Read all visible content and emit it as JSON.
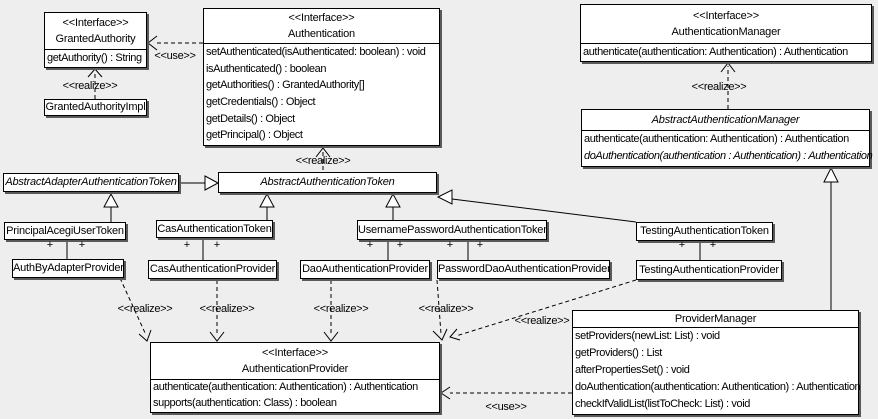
{
  "diagram": {
    "background_color": "#eeeeee",
    "box_fill": "#ffffff",
    "line_color": "#000000",
    "shadow_color": "#5a5a5a"
  },
  "classes": [
    {
      "id": "granted-authority",
      "stereotype": "<<Interface>>",
      "name": "GrantedAuthority",
      "abstract": false,
      "methods": [
        {
          "text": "getAuthority() : String",
          "italic": false
        }
      ]
    },
    {
      "id": "granted-authority-impl",
      "name": "GrantedAuthorityImpl",
      "abstract": false,
      "methods": []
    },
    {
      "id": "authentication",
      "stereotype": "<<Interface>>",
      "name": "Authentication",
      "abstract": false,
      "methods": [
        {
          "text": "setAuthenticated(isAuthenticated: boolean) : void",
          "italic": false
        },
        {
          "text": "isAuthenticated() : boolean",
          "italic": false
        },
        {
          "text": "getAuthorities() : GrantedAuthority[]",
          "italic": false
        },
        {
          "text": "getCredentials() : Object",
          "italic": false
        },
        {
          "text": "getDetails() : Object",
          "italic": false
        },
        {
          "text": "getPrincipal() : Object",
          "italic": false
        }
      ]
    },
    {
      "id": "authentication-manager",
      "stereotype": "<<Interface>>",
      "name": "AuthenticationManager",
      "abstract": false,
      "methods": [
        {
          "text": "authenticate(authentication: Authentication) : Authentication",
          "italic": false
        }
      ]
    },
    {
      "id": "abstract-authentication-manager",
      "name": "AbstractAuthenticationManager",
      "abstract": true,
      "methods": [
        {
          "text": "authenticate(authentication: Authentication) : Authentication",
          "italic": false
        },
        {
          "text": "doAuthentication(authentication : Authentication) : Authentication",
          "italic": true
        }
      ]
    },
    {
      "id": "abstract-adapter-authentication-token",
      "name": "AbstractAdapterAuthenticationToken",
      "abstract": true,
      "methods": []
    },
    {
      "id": "abstract-authentication-token",
      "name": "AbstractAuthenticationToken",
      "abstract": true,
      "methods": []
    },
    {
      "id": "principal-acegi-user-token",
      "name": "PrincipalAcegiUserToken",
      "abstract": false,
      "methods": []
    },
    {
      "id": "cas-authentication-token",
      "name": "CasAuthenticationToken",
      "abstract": false,
      "methods": []
    },
    {
      "id": "username-password-authentication-token",
      "name": "UsernamePasswordAuthenticationToken",
      "abstract": false,
      "methods": []
    },
    {
      "id": "testing-authentication-token",
      "name": "TestingAuthenticationToken",
      "abstract": false,
      "methods": []
    },
    {
      "id": "auth-by-adapter-provider",
      "name": "AuthByAdapterProvider",
      "abstract": false,
      "methods": []
    },
    {
      "id": "cas-authentication-provider",
      "name": "CasAuthenticationProvider",
      "abstract": false,
      "methods": []
    },
    {
      "id": "dao-authentication-provider",
      "name": "DaoAuthenticationProvider",
      "abstract": false,
      "methods": []
    },
    {
      "id": "password-dao-authentication-provider",
      "name": "PasswordDaoAuthenticationProvider",
      "abstract": false,
      "methods": []
    },
    {
      "id": "testing-authentication-provider",
      "name": "TestingAuthenticationProvider",
      "abstract": false,
      "methods": []
    },
    {
      "id": "authentication-provider",
      "stereotype": "<<Interface>>",
      "name": "AuthenticationProvider",
      "abstract": false,
      "methods": [
        {
          "text": "authenticate(authentication: Authentication) : Authentication",
          "italic": false
        },
        {
          "text": "supports(authentication: Class) : boolean",
          "italic": false
        }
      ]
    },
    {
      "id": "provider-manager",
      "name": "ProviderManager",
      "abstract": false,
      "methods": [
        {
          "text": "setProviders(newList: List) : void",
          "italic": false
        },
        {
          "text": "getProviders() : List",
          "italic": false
        },
        {
          "text": "afterPropertiesSet() : void",
          "italic": false
        },
        {
          "text": "doAuthentication(authentication: Authentication) : Authentication",
          "italic": false
        },
        {
          "text": "checkIfValidList(listToCheck: List) : void",
          "italic": false
        }
      ]
    }
  ],
  "edge_labels": [
    {
      "id": "realize-granted-authority",
      "text": "<<realize>>"
    },
    {
      "id": "use-granted-authority",
      "text": "<<use>>"
    },
    {
      "id": "realize-abstract-token",
      "text": "<<realize>>"
    },
    {
      "id": "realize-abstract-manager",
      "text": "<<realize>>"
    },
    {
      "id": "realize-auth-by-adapter",
      "text": "<<realize>>"
    },
    {
      "id": "realize-cas-provider",
      "text": "<<realize>>"
    },
    {
      "id": "realize-dao-provider",
      "text": "<<realize>>"
    },
    {
      "id": "realize-password-dao-provider",
      "text": "<<realize>>"
    },
    {
      "id": "realize-testing-provider",
      "text": "<<realize>>"
    },
    {
      "id": "use-provider-manager",
      "text": "<<use>>"
    }
  ],
  "plus_marks": [
    "+",
    "+",
    "+",
    "+",
    "+",
    "+",
    "+",
    "+",
    "+",
    "+"
  ]
}
